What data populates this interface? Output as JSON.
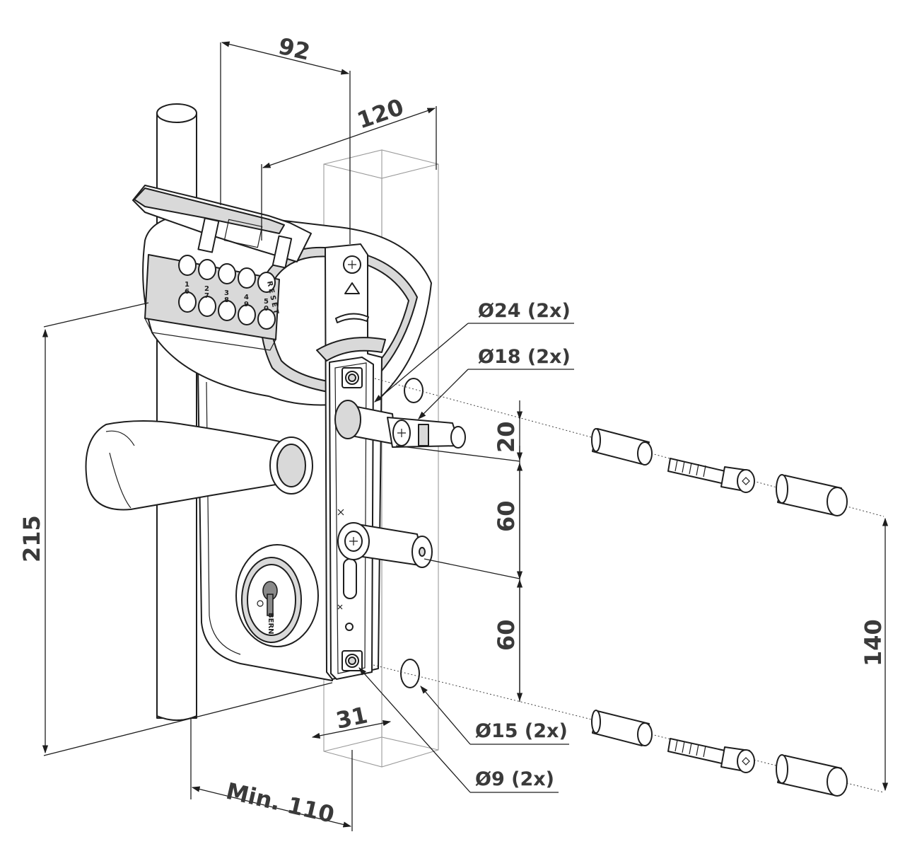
{
  "dimensions": {
    "d92": "92",
    "d120": "120",
    "d215": "215",
    "d20": "20",
    "d60a": "60",
    "d60b": "60",
    "d140": "140",
    "d31": "31",
    "dmin110": "Min. 110"
  },
  "labels": {
    "dia24": "Ø24 (2x)",
    "dia18": "Ø18 (2x)",
    "dia15": "Ø15 (2x)",
    "dia9": "Ø9 (2x)"
  },
  "keypad": {
    "digits": [
      "1",
      "2",
      "3",
      "4",
      "5",
      "6",
      "7",
      "8",
      "9",
      "0"
    ],
    "reset": "RESET"
  },
  "cylinder_brand": "BERN"
}
